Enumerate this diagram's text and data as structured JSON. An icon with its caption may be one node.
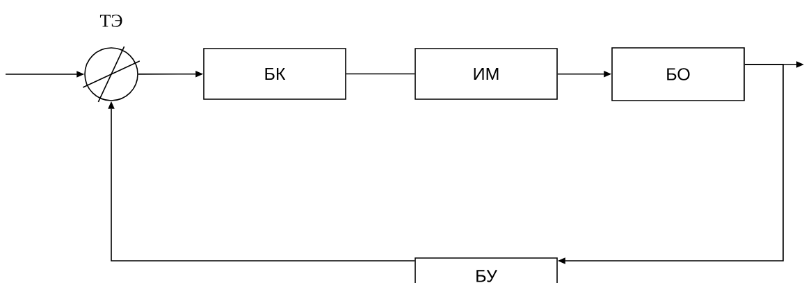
{
  "diagram": {
    "nodes": [
      {
        "text": [
          "ТЭ"
        ]
      },
      {
        "text": [
          "БК"
        ]
      },
      {
        "text": [
          "ИМ"
        ]
      },
      {
        "text": [
          "БО"
        ]
      },
      {
        "text": [
          "БУ"
        ]
      }
    ],
    "edges": [
      {
        "from": null,
        "to": 0,
        "arrow": "to"
      },
      {
        "from": 0,
        "to": 1,
        "arrow": "to"
      },
      {
        "from": 1,
        "to": 2,
        "arrow": "none"
      },
      {
        "from": 2,
        "to": 3,
        "arrow": "to"
      },
      {
        "from": 3,
        "to": null,
        "arrow": "to"
      },
      {
        "from": 3,
        "to": 4,
        "arrow": "to"
      },
      {
        "from": 4,
        "to": 0,
        "arrow": "to"
      }
    ]
  }
}
